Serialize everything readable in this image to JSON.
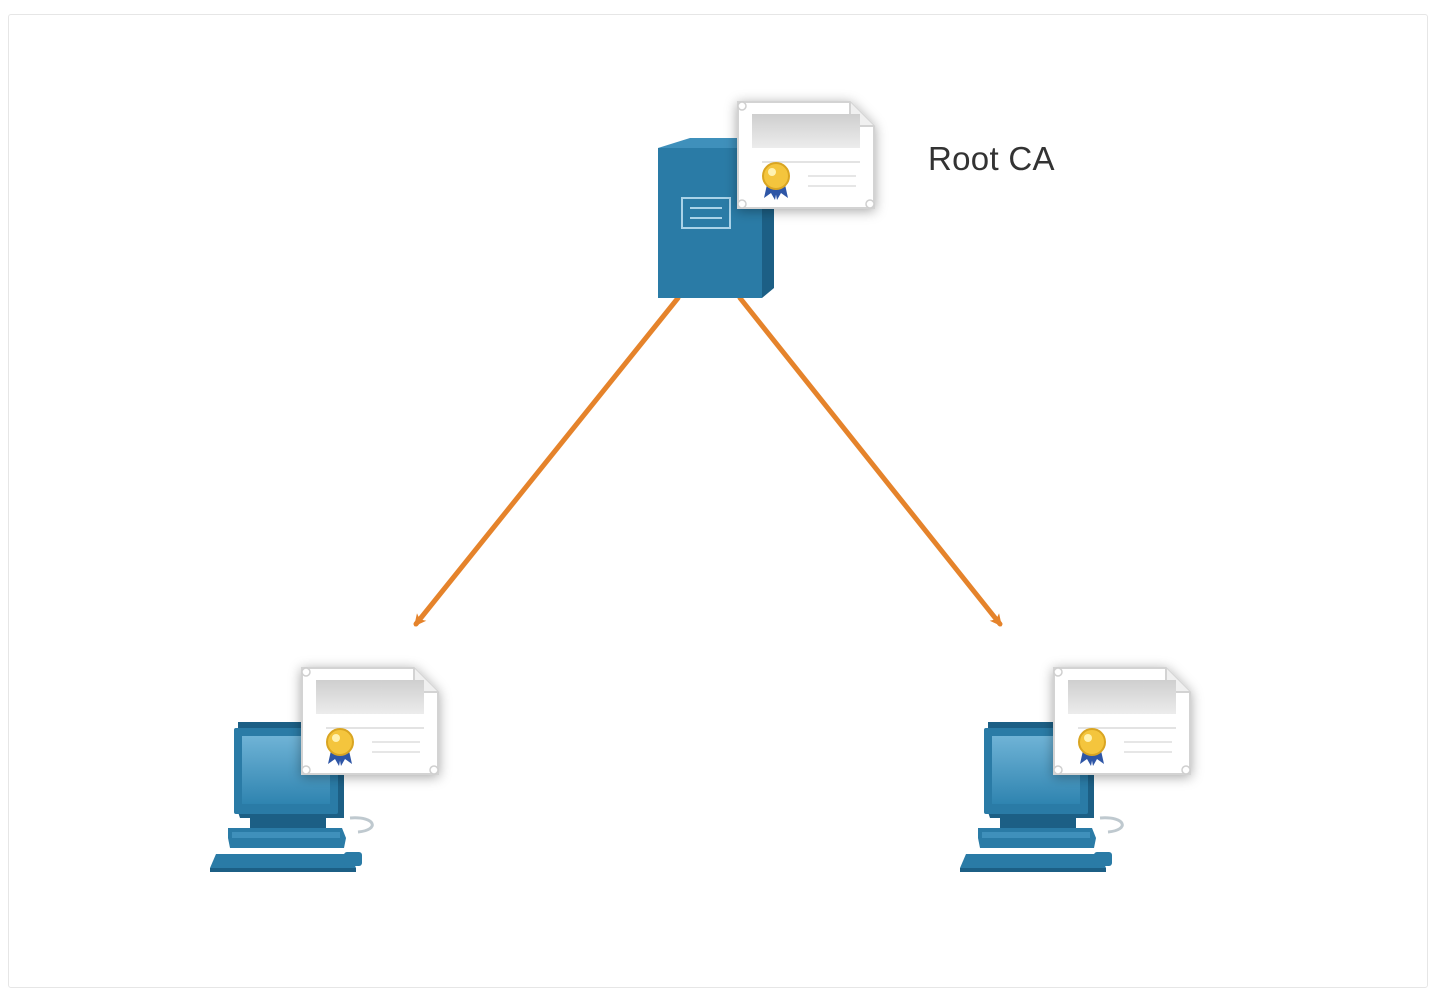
{
  "nodes": {
    "root": {
      "label": "Root CA",
      "icon": "server-icon",
      "badge": "certificate-icon"
    },
    "client_left": {
      "icon": "computer-icon",
      "badge": "certificate-icon"
    },
    "client_right": {
      "icon": "computer-icon",
      "badge": "certificate-icon"
    }
  },
  "edges": [
    {
      "from": "root",
      "to": "client_left"
    },
    {
      "from": "root",
      "to": "client_right"
    }
  ],
  "colors": {
    "arrow": "#e5832b",
    "device": "#2a7ba6",
    "device_dark": "#1c5f85",
    "device_light": "#3f90bb",
    "certificate_paper": "#ffffff",
    "certificate_band": "#d9d9d9",
    "seal_gold": "#f4c53d",
    "seal_ribbon": "#2f56a6"
  }
}
